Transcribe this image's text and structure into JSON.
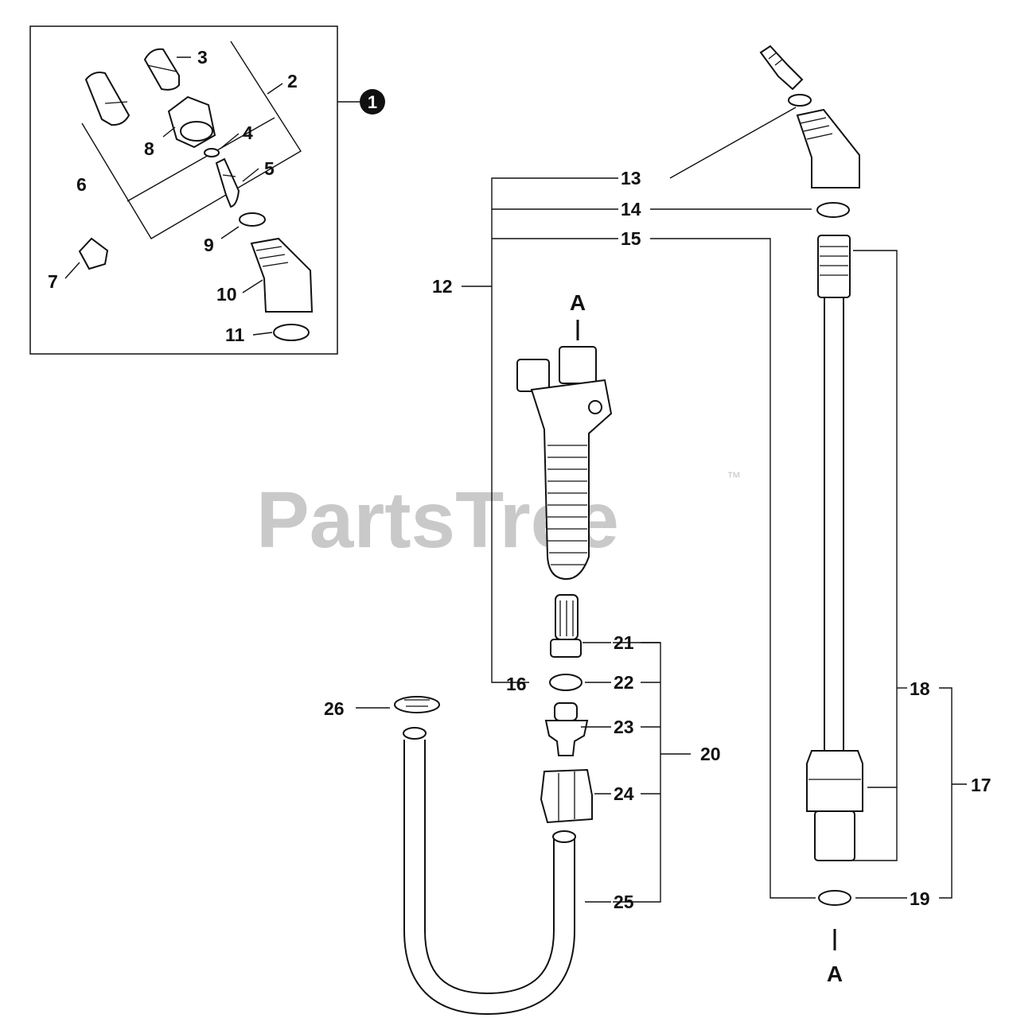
{
  "watermark": {
    "text": "PartsTree",
    "trademark": "™"
  },
  "labels": {
    "callout_1": "1",
    "n2": "2",
    "n3": "3",
    "n4": "4",
    "n5": "5",
    "n6": "6",
    "n7": "7",
    "n8": "8",
    "n9": "9",
    "n10": "10",
    "n11": "11",
    "n12": "12",
    "n13": "13",
    "n14": "14",
    "n15": "15",
    "n16": "16",
    "n17": "17",
    "n18": "18",
    "n19": "19",
    "n20": "20",
    "n21": "21",
    "n22": "22",
    "n23": "23",
    "n24": "24",
    "n25": "25",
    "n26": "26",
    "ref_top": "A",
    "ref_bottom": "A"
  }
}
